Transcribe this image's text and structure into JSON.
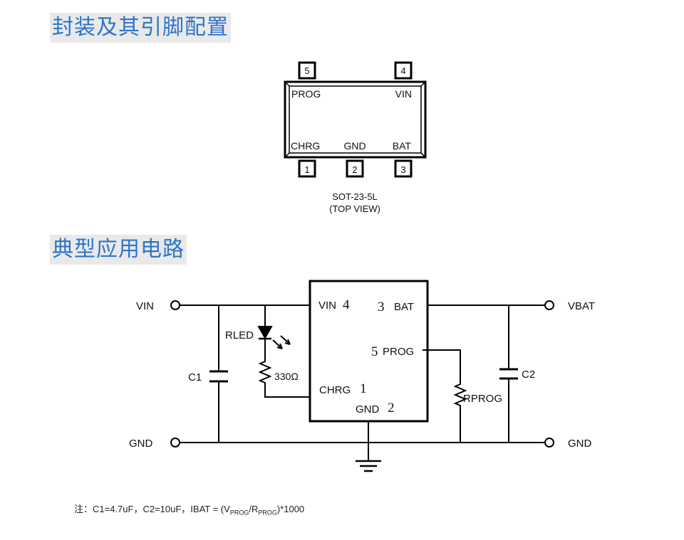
{
  "headings": {
    "package": "封装及其引脚配置",
    "circuit": "典型应用电路"
  },
  "package": {
    "pins": [
      {
        "number": "5",
        "name": "PROG"
      },
      {
        "number": "4",
        "name": "VIN"
      },
      {
        "number": "1",
        "name": "CHRG"
      },
      {
        "number": "2",
        "name": "GND"
      },
      {
        "number": "3",
        "name": "BAT"
      }
    ],
    "caption_line1": "SOT-23-5L",
    "caption_line2": "(TOP VIEW)"
  },
  "circuit": {
    "vin_label": "VIN",
    "gnd_left_label": "GND",
    "vbat_label": "VBAT",
    "gnd_right_label": "GND",
    "c1_label": "C1",
    "c2_label": "C2",
    "rled_label": "RLED",
    "r_value": "330Ω",
    "rprog_label": "RPROG",
    "ic_pins": {
      "vin": "VIN",
      "vin_num": "4",
      "bat_num": "3",
      "bat": "BAT",
      "prog_num": "5",
      "prog": "PROG",
      "chrg": "CHRG",
      "chrg_num": "1",
      "gnd": "GND",
      "gnd_num": "2"
    }
  },
  "note": {
    "prefix": "注：C1=4.7uF，C2=10uF，IBAT = (V",
    "sub1": "PROG",
    "mid": "/R",
    "sub2": "PROG",
    "suffix": ")*1000"
  }
}
